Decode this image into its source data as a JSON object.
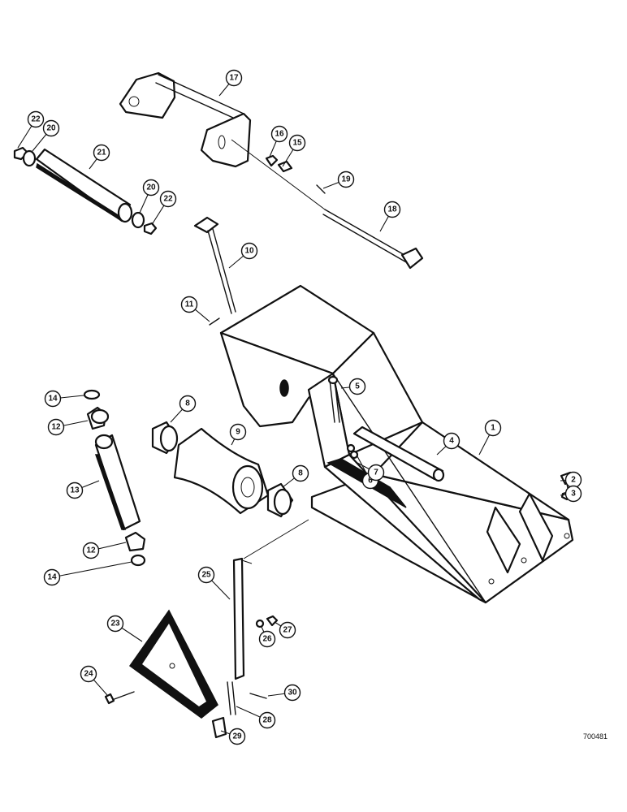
{
  "drawing_number": "700481",
  "callouts": [
    "1",
    "2",
    "3",
    "4",
    "5",
    "6",
    "7",
    "8",
    "8",
    "9",
    "10",
    "11",
    "12",
    "12",
    "13",
    "14",
    "14",
    "15",
    "16",
    "17",
    "18",
    "19",
    "20",
    "20",
    "21",
    "22",
    "22",
    "23",
    "24",
    "25",
    "26",
    "27",
    "28",
    "29",
    "30"
  ]
}
